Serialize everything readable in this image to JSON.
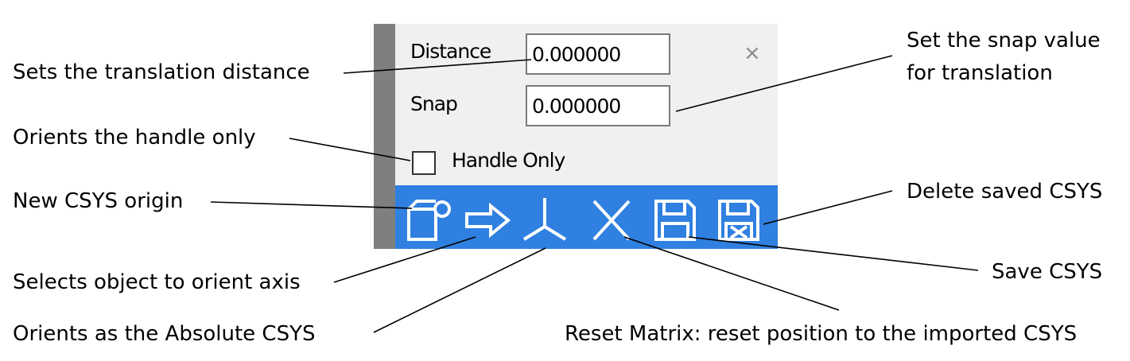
{
  "panel": {
    "distance_label": "Distance",
    "distance_value": "0.000000",
    "snap_label": "Snap",
    "snap_value": "0.000000",
    "handle_only_label": "Handle Only",
    "handle_only_checked": false,
    "close_symbol": "×",
    "toolbar_color": "#2f80e0",
    "toolbar_icons": [
      "new-csys-origin-icon",
      "select-object-arrow-icon",
      "absolute-csys-axis-icon",
      "reset-matrix-x-icon",
      "save-csys-icon",
      "delete-saved-csys-icon"
    ]
  },
  "callouts": {
    "translation_distance": "Sets the translation distance",
    "snap_line1": "Set the snap value",
    "snap_line2": "for translation",
    "handle_only": "Orients the handle only",
    "new_origin": "New CSYS origin",
    "delete_saved": "Delete saved CSYS",
    "select_object": "Selects object to orient axis",
    "save_csys": "Save CSYS",
    "absolute_csys": "Orients as the Absolute CSYS",
    "reset_matrix": "Reset Matrix: reset position to the imported CSYS"
  }
}
